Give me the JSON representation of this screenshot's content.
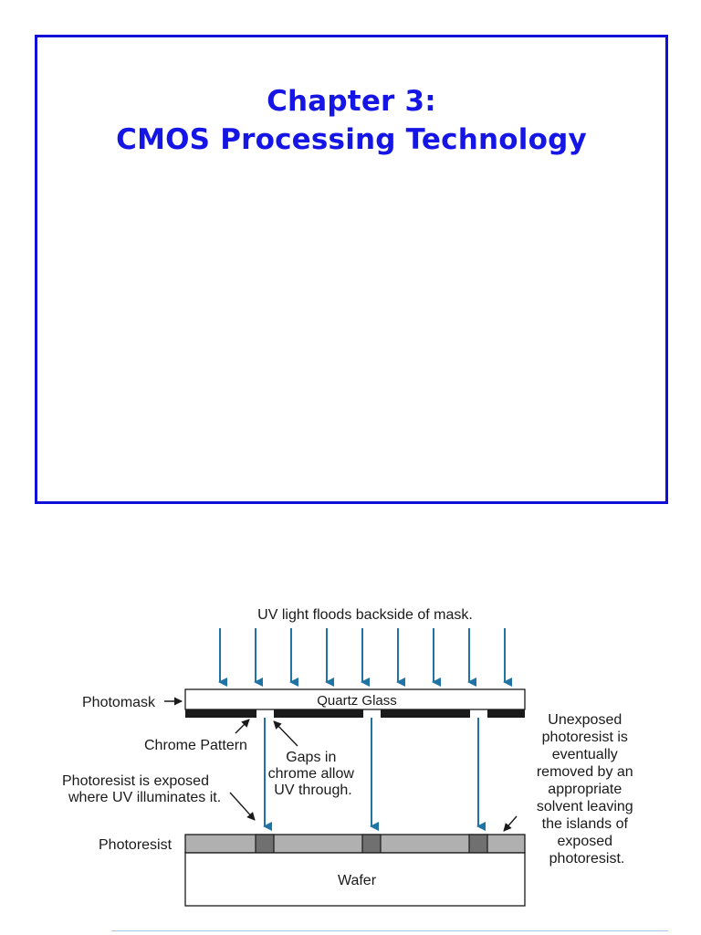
{
  "slide": {
    "title_line1": "Chapter 3:",
    "title_line2": "CMOS Processing Technology",
    "title_color": "#1515e6",
    "frame_color": "#1010d8"
  },
  "diagram": {
    "uv_caption": "UV light floods backside of mask.",
    "photomask_label": "Photomask",
    "quartz_label": "Quartz Glass",
    "chrome_label": "Chrome Pattern",
    "gaps_label": [
      "Gaps in",
      "chrome allow",
      "UV through."
    ],
    "exposed_label": [
      "Photoresist is exposed",
      "where UV illuminates it."
    ],
    "photoresist_label": "Photoresist",
    "wafer_label": "Wafer",
    "unexposed_label": [
      "Unexposed",
      "photoresist is",
      "eventually",
      "removed by an",
      "appropriate",
      "solvent leaving",
      "the islands of",
      "exposed",
      "photoresist."
    ],
    "arrow_color": "#1f74a4",
    "resist_color": "#b0b0b0",
    "exposed_resist_color": "#707070",
    "chrome_color": "#1a1a1a"
  }
}
